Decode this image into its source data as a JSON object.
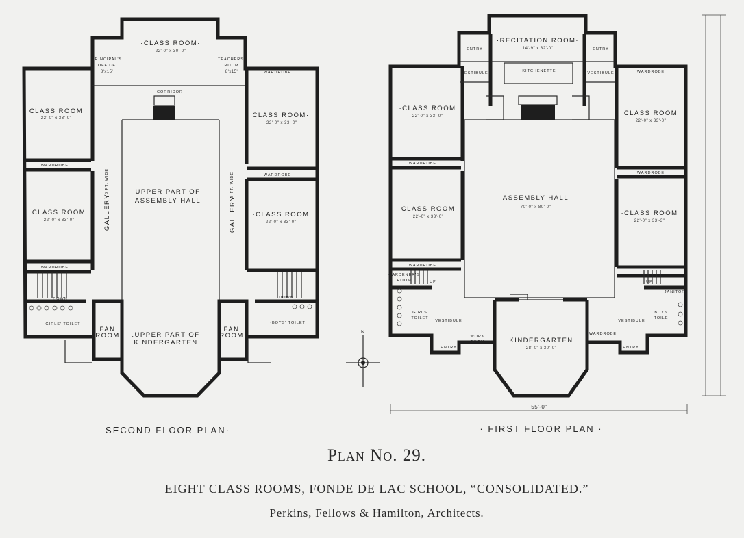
{
  "second_floor": {
    "caption": "SECOND FLOOR PLAN·",
    "rooms": {
      "class_top": {
        "name": "·CLASS ROOM·",
        "dims": "22'-0\" x 30'-0\""
      },
      "principal": {
        "name1": "PRINCIPAL'S",
        "name2": "OFFICE",
        "dims": "8'x15'"
      },
      "teachers": {
        "name1": "TEACHERS'",
        "name2": "ROOM",
        "dims": "8'x15'"
      },
      "wardrobe_label": "WARDROBE",
      "corridor": "CORRIDOR",
      "class_left_1": {
        "name": "CLASS ROOM",
        "dims": "22'-0\" x 33'-0\""
      },
      "class_left_2": {
        "name": "CLASS ROOM",
        "dims": "22'-0\" x 33'-0\""
      },
      "class_right_1": {
        "name": "CLASS ROOM·",
        "dims": "·22'-0\" x 33'-0\""
      },
      "class_right_2": {
        "name": "·CLASS ROOM",
        "dims": "22'-0\" x 33'-0\""
      },
      "gallery": "GALLERY",
      "gallery_width": "8 FT. WIDE",
      "assembly1": "UPPER PART OF",
      "assembly2": "ASSEMBLY HALL",
      "kinder1": ".UPPER PART OF",
      "kinder2": "KINDERGARTEN",
      "fan_room1": "FAN",
      "fan_room2": "ROOM",
      "girls_toilet": "GIRLS' TOILET",
      "boys_toilet": "·BOYS' TOILET",
      "down": "DOWN"
    }
  },
  "first_floor": {
    "caption": "· FIRST FLOOR PLAN ·",
    "rooms": {
      "recitation": {
        "name": "·RECITATION ROOM·",
        "dims": "14'-9\" x 32'-0\""
      },
      "kitchenette": "KITCHENETTE",
      "entry": "ENTRY",
      "vestibule": "VESTIBULE",
      "wardrobe_label": "WARDROBE",
      "class_left_1": {
        "name": "·CLASS ROOM",
        "dims": "22'-0\" x 33'-0\""
      },
      "class_left_2": {
        "name": "CLASS ROOM",
        "dims": "22'-0\" x 33'-0\""
      },
      "class_right_1": {
        "name": "CLASS ROOM",
        "dims": "22'-0\" x 33'-0\""
      },
      "class_right_2": {
        "name": "·CLASS ROOM",
        "dims": "22'-0\" x 33'-3\""
      },
      "assembly": {
        "name": "ASSEMBLY HALL",
        "dims": "70'-0\" x 80'-0\""
      },
      "kindergarten": {
        "name": "KINDERGARTEN",
        "dims": "28'-0\" x 30'-0\""
      },
      "work_room1": "WORK",
      "work_room2": "ROOM",
      "wardrobe": "WARDROBE",
      "girls_toilet1": "GIRLS",
      "girls_toilet2": "TOILET",
      "boys_toilet1": "BOYS",
      "boys_toilet2": "TOILE",
      "gardeners1": "GARDENER'S",
      "gardeners2": "ROOM",
      "janitor": "JANITOR",
      "up": "UP",
      "width_dim": "55'-0\""
    }
  },
  "compass": {
    "north": "N"
  },
  "title": "Plan No. 29.",
  "subtitle": "EIGHT CLASS ROOMS, FONDE DE LAC SCHOOL, “CONSOLIDATED.”",
  "architects": "Perkins, Fellows & Hamilton, Architects."
}
